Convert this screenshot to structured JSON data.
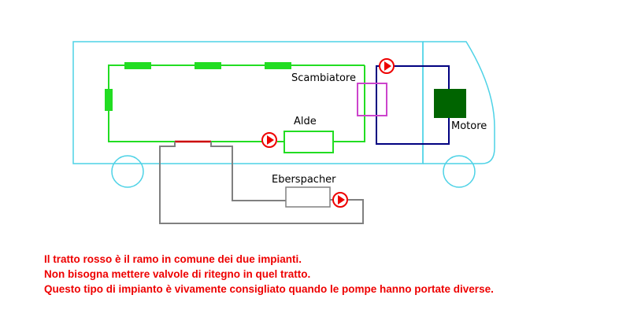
{
  "labels": {
    "scambiatore": "Scambiatore",
    "alde": "Alde",
    "motore": "Motore",
    "eberspacher": "Eberspacher"
  },
  "notes": [
    "Il tratto rosso è il ramo in comune dei due impianti.",
    "Non bisogna mettere valvole di ritegno in quel tratto.",
    "Questo tipo di impianto è vivamente consigliato quando le pompe hanno portate diverse."
  ],
  "colors": {
    "vehicle_outline": "#4dd2e6",
    "circuit_alde": "#22dd22",
    "circuit_engine": "#000080",
    "circuit_eberspacher": "#808080",
    "common_branch": "#cc0000",
    "heat_exchanger": "#cc44cc",
    "engine_block": "#006400",
    "pump": "#ee0000",
    "note_text": "#ee0000"
  },
  "icons": {
    "pump": "circulation-pump-icon",
    "radiator": "radiator-icon",
    "heater": "heater-unit-icon"
  }
}
